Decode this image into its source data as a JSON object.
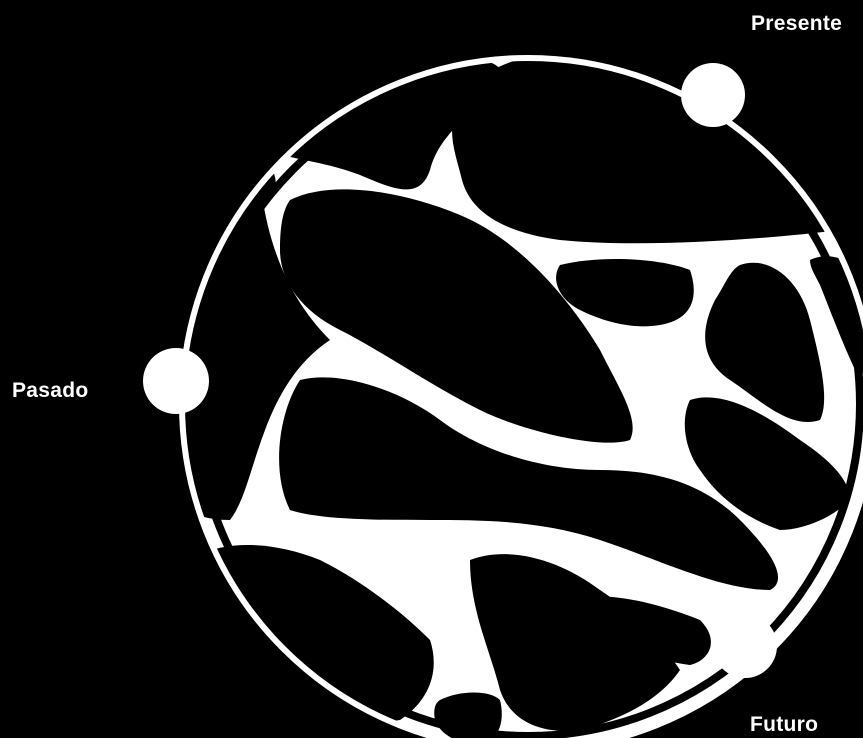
{
  "labels": {
    "presente": "Presente",
    "pasado": "Pasado",
    "futuro": "Futuro"
  },
  "colors": {
    "background": "#000000",
    "foreground": "#ffffff"
  }
}
